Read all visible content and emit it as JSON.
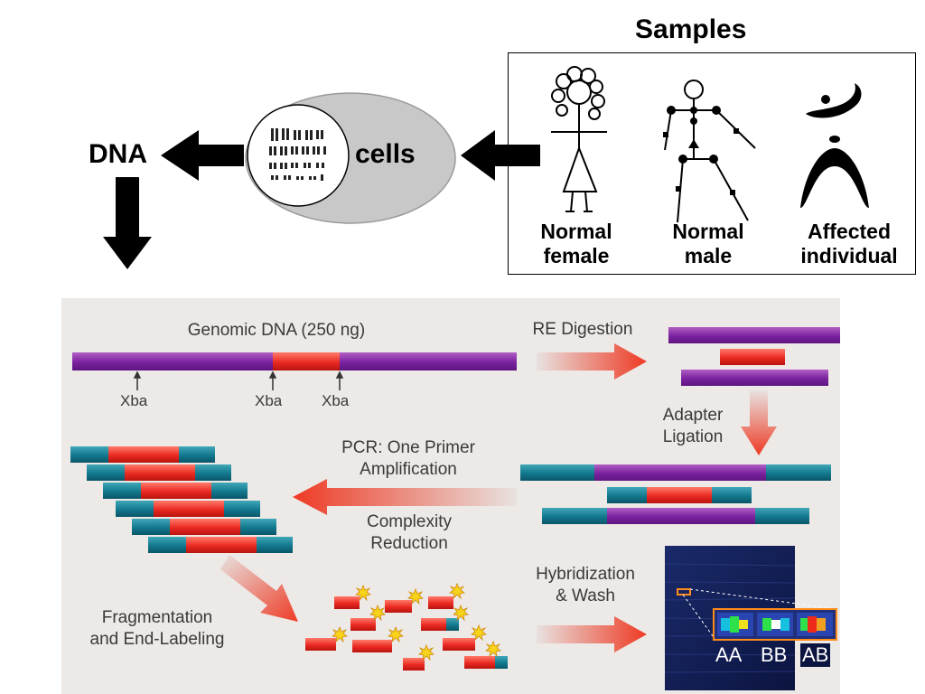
{
  "top": {
    "samples_title": "Samples",
    "dna_label": "DNA",
    "cells_label": "cells",
    "samples": [
      {
        "line1": "Normal",
        "line2": "female"
      },
      {
        "line1": "Normal",
        "line2": "male"
      },
      {
        "line1": "Affected",
        "line2": "individual"
      }
    ]
  },
  "panel": {
    "genomic_title": "Genomic DNA (250 ng)",
    "xba_labels": [
      "Xba",
      "Xba",
      "Xba"
    ],
    "re_digestion": "RE Digestion",
    "adapter_ligation": [
      "Adapter",
      "Ligation"
    ],
    "pcr": [
      "PCR: One Primer",
      "Amplification"
    ],
    "complexity": [
      "Complexity",
      "Reduction"
    ],
    "fragmentation": [
      "Fragmentation",
      "and End-Labeling"
    ],
    "hybridization": [
      "Hybridization",
      "& Wash"
    ],
    "genotypes": [
      "AA",
      "BB",
      "AB"
    ]
  },
  "colors": {
    "purple": "#7a22a0",
    "red": "#ea2a22",
    "teal": "#13788e",
    "panel_bg": "#ece9e6",
    "cell_gray": "#c8c8c8"
  }
}
